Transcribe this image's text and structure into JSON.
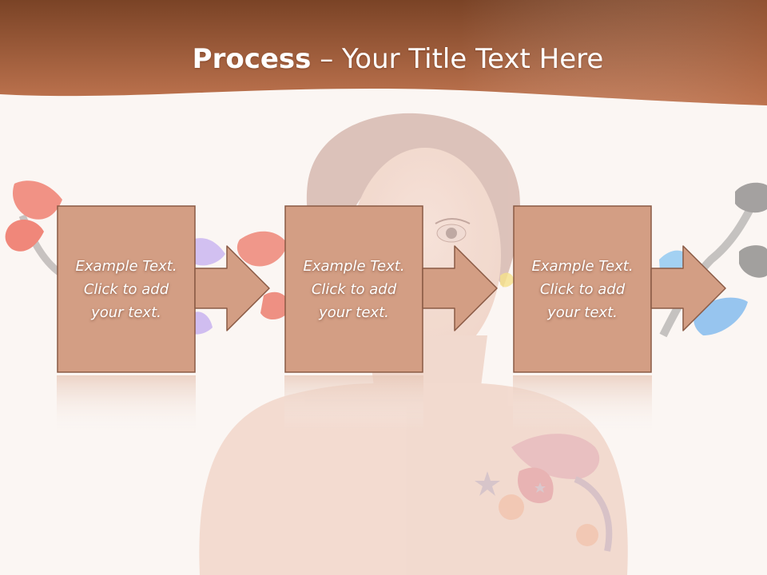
{
  "slide": {
    "title_bold": "Process",
    "title_separator": " – ",
    "title_rest": "Your Title Text Here"
  },
  "steps": [
    {
      "lines": [
        "Example Text.",
        "Click  to add",
        "your text."
      ]
    },
    {
      "lines": [
        "Example Text.",
        "Click  to add",
        "your text."
      ]
    },
    {
      "lines": [
        "Example Text.",
        "Click  to add",
        "your text."
      ]
    }
  ],
  "colors": {
    "banner_dark": "#7a4326",
    "banner_light": "#c07550",
    "box_fill": "#d39e84",
    "box_stroke": "#8a5a45",
    "background": "#fbf6f3"
  }
}
